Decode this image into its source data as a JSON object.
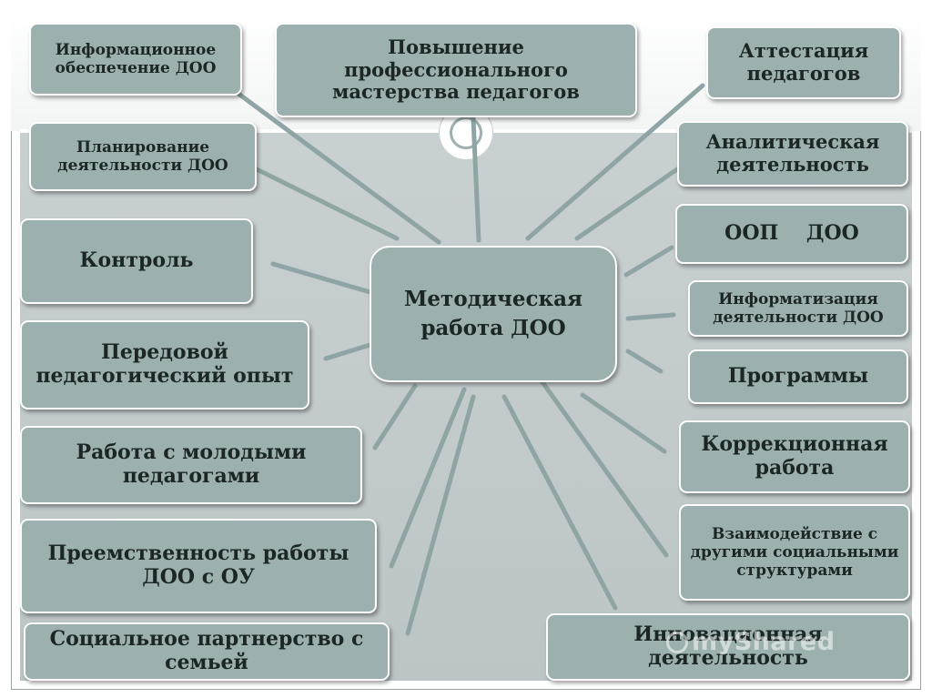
{
  "hub": "Методическая работа ДОО",
  "nodes": [
    {
      "id": "info-support",
      "label": "Информационное обеспечение ДОО"
    },
    {
      "id": "prof-skill",
      "label": "Повышение профессионального мастерства педагогов"
    },
    {
      "id": "attestation",
      "label": "Аттестация педагогов"
    },
    {
      "id": "planning",
      "label": "Планирование деятельности ДОО"
    },
    {
      "id": "analytics",
      "label": "Аналитическая деятельность"
    },
    {
      "id": "control",
      "label": "Контроль"
    },
    {
      "id": "oop",
      "label": "ООП    ДОО"
    },
    {
      "id": "informatization",
      "label": "Информатизация деятельности ДОО"
    },
    {
      "id": "best-practice",
      "label": "Передовой педагогический опыт"
    },
    {
      "id": "programs",
      "label": "Программы"
    },
    {
      "id": "young-teachers",
      "label": "Работа с молодыми педагогами"
    },
    {
      "id": "correction",
      "label": "Коррекционная работа"
    },
    {
      "id": "interaction",
      "label": "Взаимодействие с другими социальными структурами"
    },
    {
      "id": "continuity",
      "label": "Преемственность работы ДОО   с ОУ"
    },
    {
      "id": "family",
      "label": "Социальное партнерство с семьей"
    },
    {
      "id": "innovation",
      "label": "Инновационная деятельность"
    }
  ],
  "watermark": "myShared",
  "colors": {
    "box_fill": "#9cb0b0",
    "box_border": "#ffffff",
    "connector": "#8fa4a5",
    "background_lower": "#c4cccd"
  }
}
